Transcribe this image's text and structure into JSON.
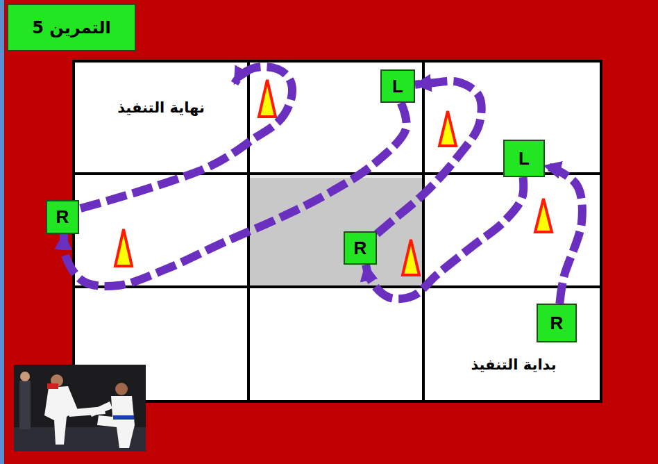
{
  "diagram": {
    "title": "التمرين 5",
    "nodes": [
      {
        "text": [
          "R"
        ]
      },
      {
        "text": [
          "L"
        ]
      },
      {
        "text": [
          "R"
        ]
      },
      {
        "text": [
          "L"
        ]
      },
      {
        "text": [
          "R"
        ]
      }
    ],
    "edges": [
      {
        "from": 0,
        "to": 1,
        "arrow": "to"
      },
      {
        "from": 1,
        "to": 2,
        "arrow": "to"
      },
      {
        "from": 2,
        "to": 3,
        "arrow": "to"
      },
      {
        "from": 3,
        "to": 4,
        "arrow": "to"
      }
    ],
    "labels": [
      "نهاية التنفيذ",
      "بداية التنفيذ"
    ]
  }
}
